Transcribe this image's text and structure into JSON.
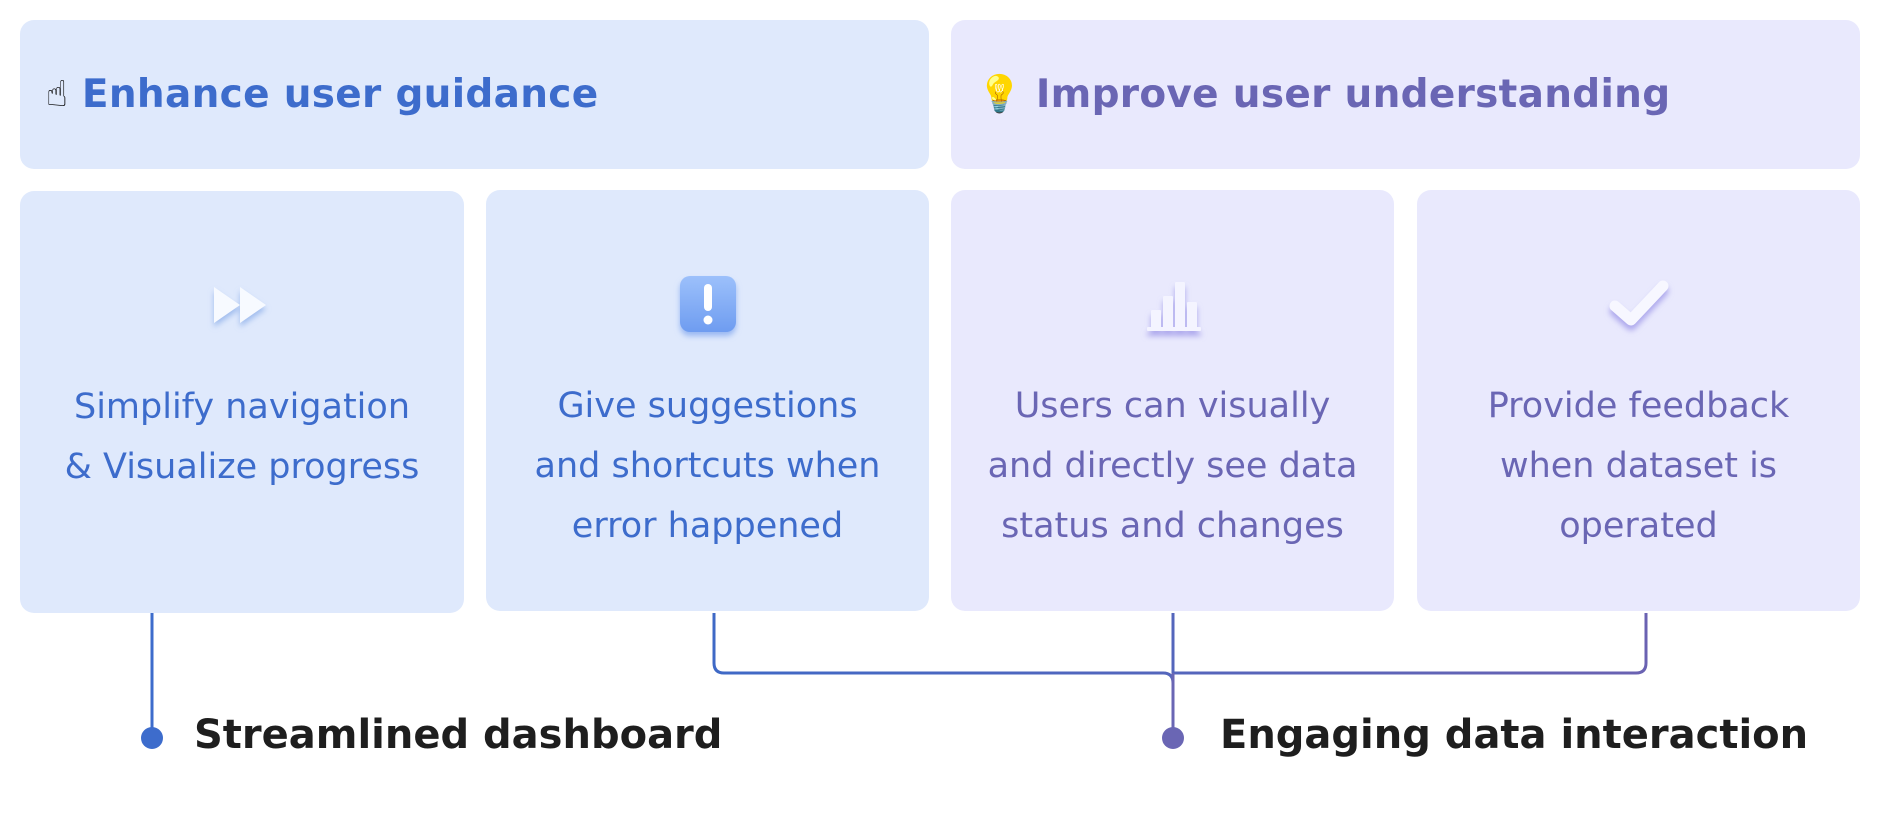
{
  "categories": [
    {
      "title": "Enhance user guidance",
      "icon": "pointing-hand-icon",
      "emoji": "☝",
      "color": "#3d6ccc"
    },
    {
      "title": "Improve user understanding",
      "icon": "light-bulb-icon",
      "emoji": "💡",
      "color": "#6a66b4"
    }
  ],
  "cards": [
    {
      "icon": "fast-forward-icon",
      "lines": [
        "Simplify navigation",
        "& Visualize progress"
      ]
    },
    {
      "icon": "exclamation-icon",
      "lines": [
        "Give suggestions",
        "and shortcuts when",
        "error happened"
      ]
    },
    {
      "icon": "bar-chart-icon",
      "lines": [
        "Users can visually",
        "and directly see data",
        "status and changes"
      ]
    },
    {
      "icon": "checkmark-icon",
      "lines": [
        "Provide feedback",
        "when dataset is",
        "operated"
      ]
    }
  ],
  "outcomes": [
    {
      "label": "Streamlined dashboard",
      "color": "#3d6ccc"
    },
    {
      "label": "Engaging data interaction",
      "color": "#6a66b4"
    }
  ],
  "colors": {
    "blue_panel": "#dfe9fc",
    "purple_panel": "#e9e9fd",
    "blue_accent": "#3d6ccc",
    "purple_accent": "#6a66b4",
    "outcome_text": "#1e1e1e"
  }
}
